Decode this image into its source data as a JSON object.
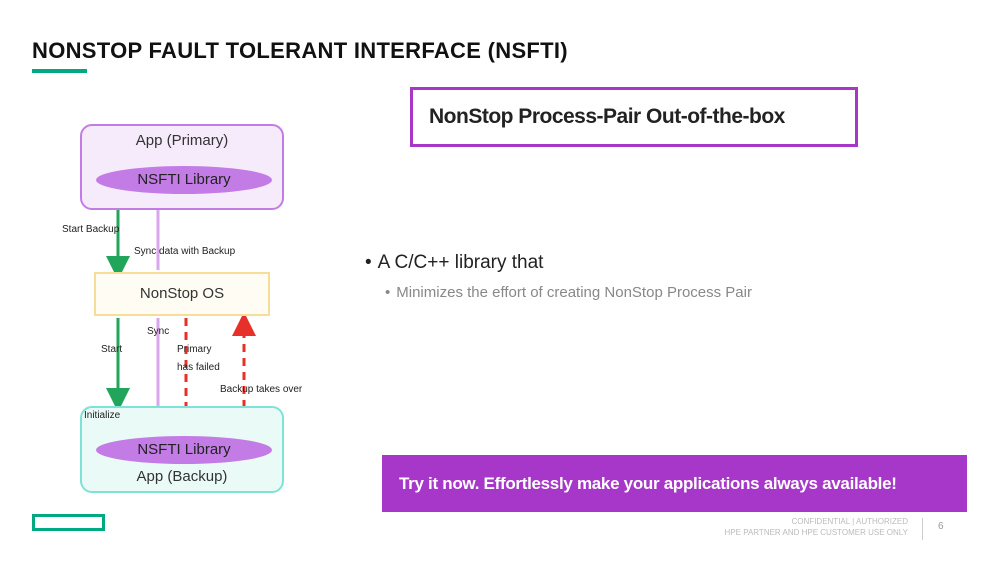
{
  "title": "NONSTOP FAULT TOLERANT INTERFACE (NSFTI)",
  "diagram": {
    "primary_box": {
      "label": "App (Primary)",
      "library": "NSFTI Library"
    },
    "os_box": {
      "label": "NonStop OS"
    },
    "backup_box": {
      "label": "App (Backup)",
      "library": "NSFTI Library"
    },
    "edge_labels": {
      "start_backup": "Start Backup",
      "sync_with_backup": "Sync data with Backup",
      "start": "Start",
      "sync": "Sync",
      "primary_failed_line1": "Primary",
      "primary_failed_line2": "has failed",
      "backup_takes_over": "Backup takes over",
      "initialize": "Initialize"
    },
    "colors": {
      "green": "#21a55a",
      "purple": "#d9a6ee",
      "red": "#e8302a"
    }
  },
  "panel": {
    "heading": "NonStop Process-Pair Out-of-the-box",
    "bullet_main": "A C/C++ library that",
    "bullet_sub": "Minimizes the effort of creating NonStop Process Pair",
    "cta": "Try it now.  Effortlessly make your applications always available!"
  },
  "footer": {
    "line1": "CONFIDENTIAL | AUTHORIZED",
    "line2": "HPE PARTNER AND HPE CUSTOMER USE ONLY",
    "page": "6"
  },
  "brand": {
    "accent": "#01a982",
    "purple": "#a637c8"
  }
}
